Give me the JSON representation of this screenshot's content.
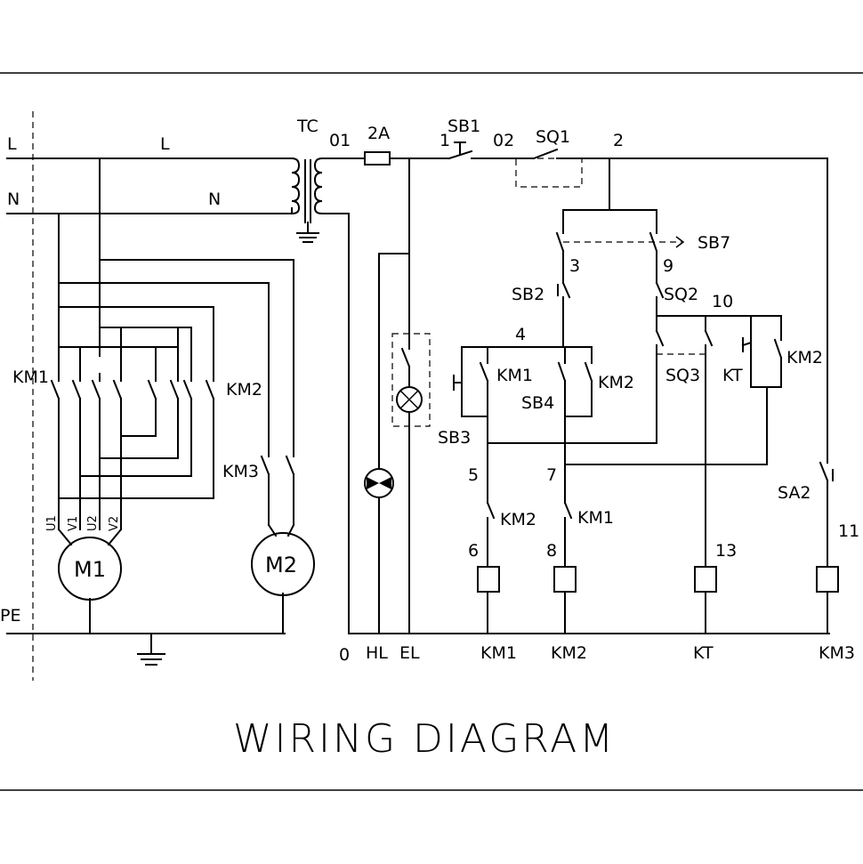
{
  "title": "WIRING DIAGRAM",
  "left_labels": {
    "L": "L",
    "N": "N",
    "PE": "PE"
  },
  "bus_labels": {
    "L": "L",
    "N": "N"
  },
  "transformer": "TC",
  "fuse": "2A",
  "nodes": {
    "n01": "01",
    "n1": "1",
    "n02": "02",
    "n2": "2",
    "n3": "3",
    "n4": "4",
    "n5": "5",
    "n6": "6",
    "n7": "7",
    "n8": "8",
    "n9": "9",
    "n10": "10",
    "n11": "11",
    "n13": "13",
    "n0": "0"
  },
  "switches": {
    "SB1": "SB1",
    "SQ1": "SQ1",
    "SB7": "SB7",
    "SB2": "SB2",
    "SQ2": "SQ2",
    "SQ3": "SQ3",
    "SB3": "SB3",
    "SB4": "SB4",
    "SA2": "SA2"
  },
  "contacts": {
    "KM1_power": "KM1",
    "KM2_power": "KM2",
    "KM3_power": "KM3",
    "KM1_aux": "KM1",
    "KM2_aux": "KM2",
    "KM2_nc": "KM2",
    "KM1_nc": "KM1",
    "KT_contact": "KT",
    "KM2_hold": "KM2"
  },
  "motors": {
    "M1": "M1",
    "M2": "M2"
  },
  "terminals": [
    "U1",
    "V1",
    "U2",
    "V2"
  ],
  "bottom_labels": {
    "HL": "HL",
    "EL": "EL",
    "KM1": "KM1",
    "KM2": "KM2",
    "KT": "KT",
    "KM3": "KM3"
  }
}
